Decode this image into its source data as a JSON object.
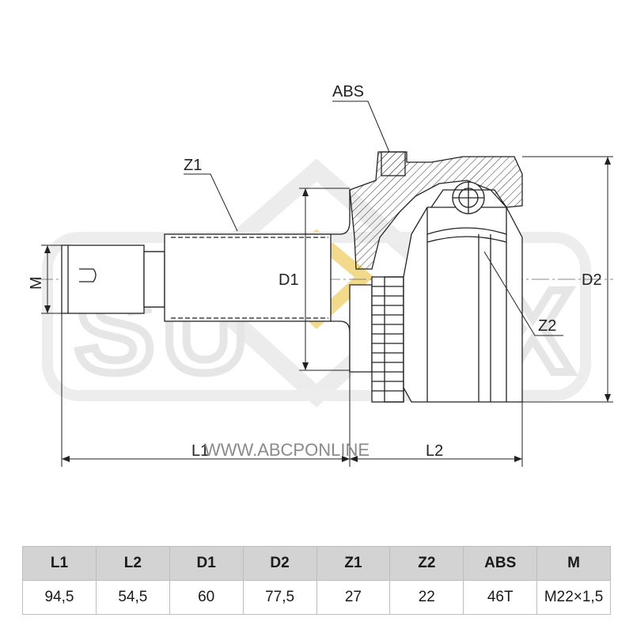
{
  "labels": {
    "abs": "ABS",
    "z1": "Z1",
    "z2": "Z2",
    "m": "M",
    "d1": "D1",
    "d2": "D2",
    "l1": "L1",
    "l2": "L2"
  },
  "watermark": {
    "site": "WWW.ABCPONLINE",
    "logo_left": "SU",
    "logo_right": "FIX"
  },
  "colors": {
    "line": "#222222",
    "watermark_gray": "#e6e6e6",
    "watermark_gold": "#f3d98a",
    "table_header_bg": "#d3d3d3"
  },
  "table": {
    "headers": [
      "L1",
      "L2",
      "D1",
      "D2",
      "Z1",
      "Z2",
      "ABS",
      "M"
    ],
    "values": [
      "94,5",
      "54,5",
      "60",
      "77,5",
      "27",
      "22",
      "46T",
      "M22×1,5"
    ]
  }
}
